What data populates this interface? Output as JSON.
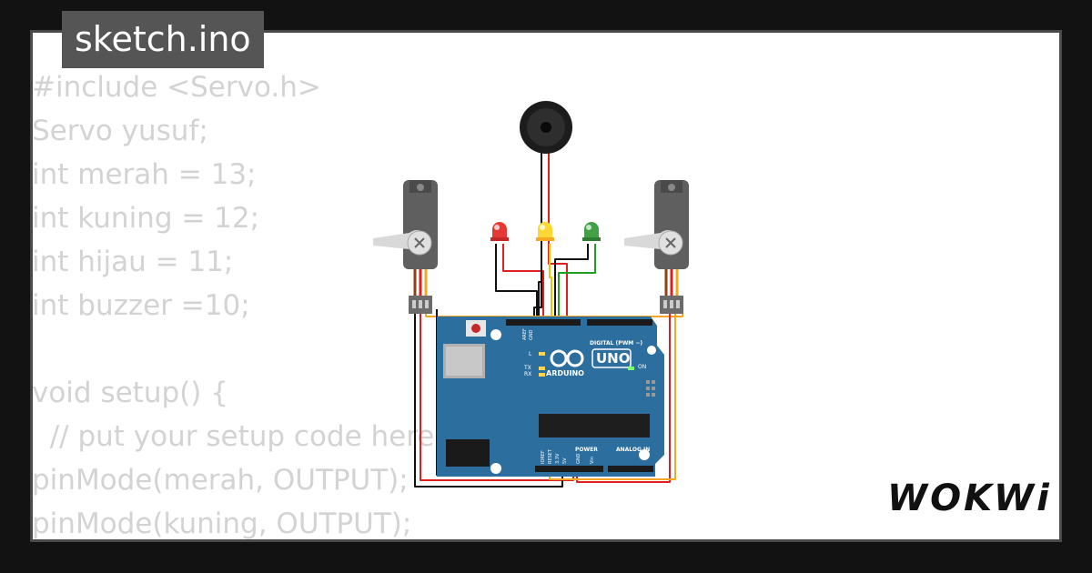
{
  "file_tab": {
    "title": "sketch.ino"
  },
  "code_lines": [
    "#include <Servo.h>",
    "Servo yusuf;",
    "int merah = 13;",
    "int kuning = 12;",
    "int hijau = 11;",
    "int buzzer =10;",
    "",
    "void setup() {",
    "  // put your setup code here",
    "pinMode(merah, OUTPUT);",
    "pinMode(kuning, OUTPUT);"
  ],
  "board": {
    "model_label": "UNO",
    "brand_label": "ARDUINO",
    "digital_header_label": "DIGITAL (PWM ~)",
    "power_label": "POWER",
    "analog_label": "ANALOG IN",
    "on_label": "ON",
    "tx_label": "TX",
    "rx_label": "RX",
    "l_label": "L",
    "aref_label": "AREF",
    "gnd_label": "GND",
    "ioref_label": "IOREF",
    "reset_label": "RESET",
    "v33_label": "3.3V",
    "v5_label": "5V",
    "vin_label": "Vin"
  },
  "leds": [
    {
      "name": "red",
      "color": "#e53935"
    },
    {
      "name": "yellow",
      "color": "#fdd835"
    },
    {
      "name": "green",
      "color": "#43a047"
    }
  ],
  "colors": {
    "board": "#2c6e9e",
    "wire_red": "#e02020",
    "wire_black": "#111111",
    "wire_orange": "#f5a623",
    "wire_yellow": "#e8c800",
    "wire_green": "#20a020"
  },
  "logo": {
    "text": "WOKWi"
  }
}
